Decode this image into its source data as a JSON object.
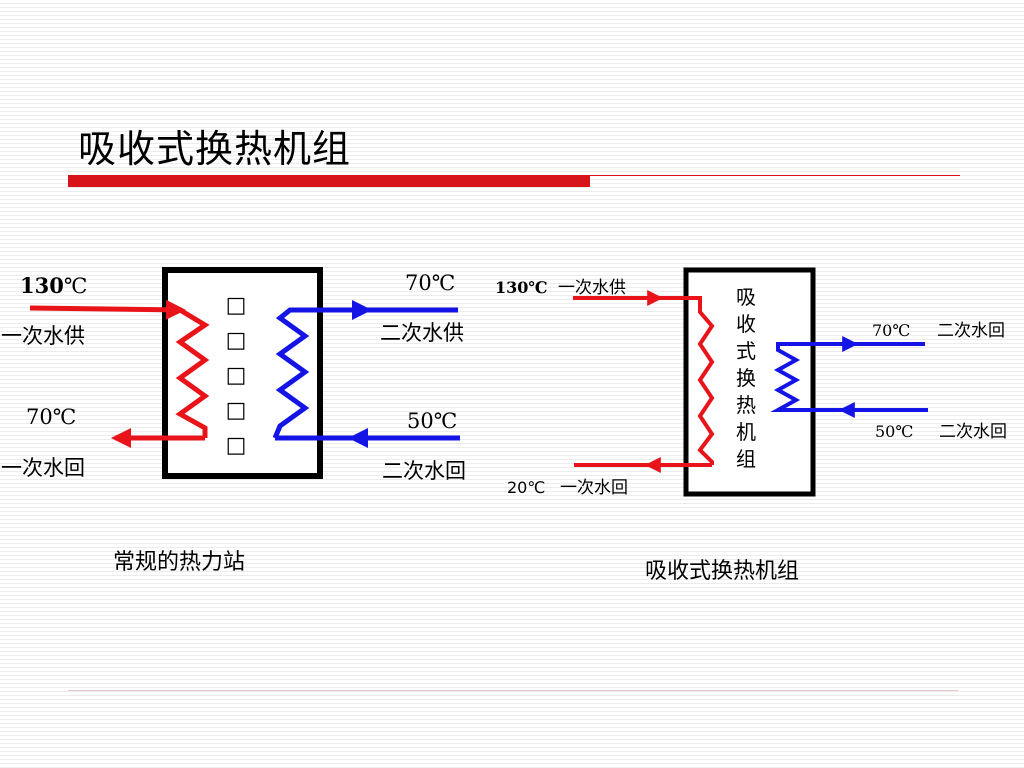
{
  "slide": {
    "title": "吸收式换热机组",
    "accent_color": "#d7141a"
  },
  "conventional": {
    "caption": "常规的热力站",
    "box_glyphs": [
      "□",
      "□",
      "□",
      "□",
      "□"
    ],
    "primary_supply": {
      "temp_num": "130",
      "temp_unit": "℃",
      "label": "一次水供"
    },
    "primary_return": {
      "temp": "70℃",
      "label": "一次水回"
    },
    "secondary_supply": {
      "temp": "70℃",
      "label": "二次水供"
    },
    "secondary_return": {
      "temp": "50℃",
      "label": "二次水回"
    }
  },
  "absorption": {
    "caption": "吸收式换热机组",
    "box_text_chars": [
      "吸",
      "收",
      "式",
      "换",
      "热",
      "机",
      "组"
    ],
    "primary_supply": {
      "temp": "130℃",
      "label": "一次水供"
    },
    "primary_return": {
      "temp": "20℃",
      "label": "一次水回"
    },
    "secondary_upper": {
      "temp": "70℃",
      "label": "二次水回"
    },
    "secondary_lower": {
      "temp": "50℃",
      "label": "二次水回"
    }
  },
  "colors": {
    "primary_loop": "#e8141a",
    "secondary_loop": "#1414e6",
    "box_border": "#000000"
  }
}
